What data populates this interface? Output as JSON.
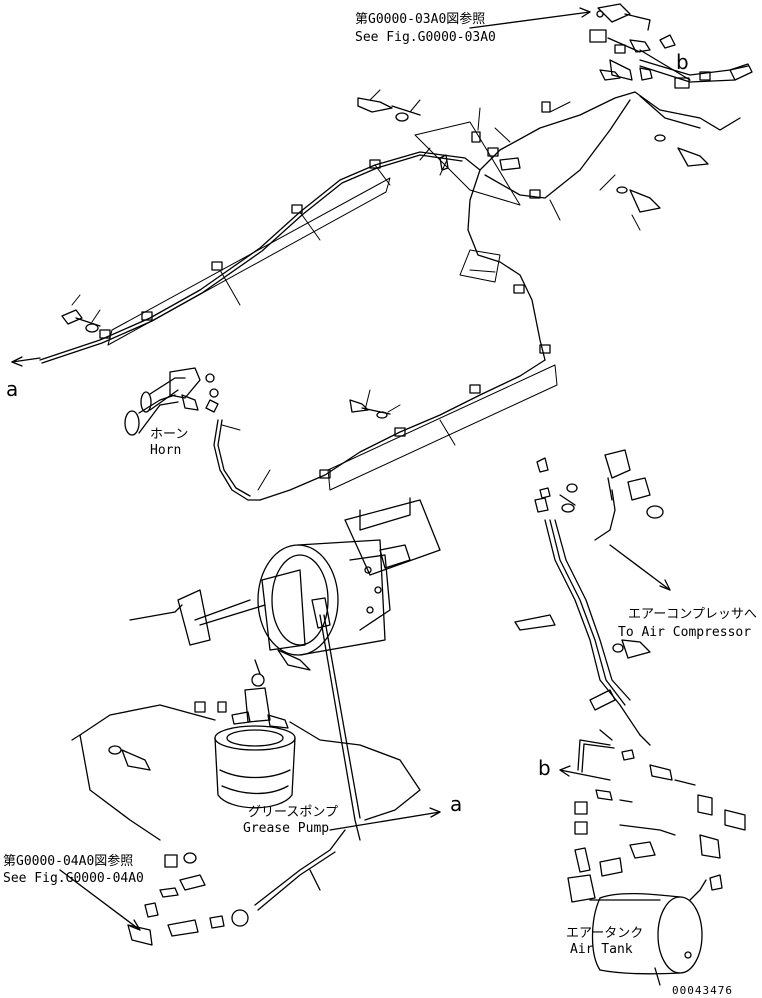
{
  "labels": {
    "ref_top_jp": "第G0000-03A0図参照",
    "ref_top_en": "See Fig.G0000-03A0",
    "ref_bottom_jp": "第G0000-04A0図参照",
    "ref_bottom_en": "See Fig.G0000-04A0",
    "horn_jp": "ホーン",
    "horn_en": "Horn",
    "compressor_jp": "エアーコンプレッサへ",
    "compressor_en": "To Air Compressor",
    "grease_jp": "グリースポンプ",
    "grease_en": "Grease Pump",
    "tank_jp": "エアータンク",
    "tank_en": "Air Tank",
    "marker_a": "a",
    "marker_b": "b",
    "part_number": "00043476"
  }
}
